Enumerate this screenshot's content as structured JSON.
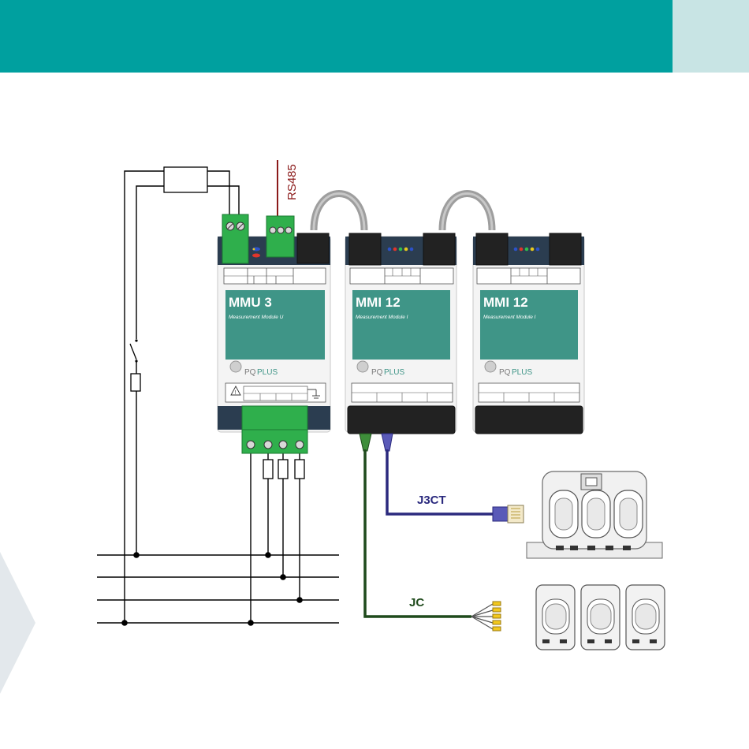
{
  "colors": {
    "header": "#00A09F",
    "header_side": "#C8E4E4",
    "module_green": "#3F9587",
    "module_dark": "#2B3D50",
    "connector_green": "#2FAF4C",
    "rs485_line": "#8B1A1A",
    "cable_gray": "#9E9E9E",
    "cable_j3ct": "#2B2A7E",
    "cable_jc": "#1F4A1C",
    "wire": "#000000",
    "chevron": "#E3E8EC"
  },
  "bus": {
    "label": "RS485"
  },
  "modules": [
    {
      "title": "MMU 3",
      "subtitle": "Measurement Module U",
      "brand_a": "PQ",
      "brand_b": "PLUS"
    },
    {
      "title": "MMI 12",
      "subtitle": "Measurement Module I",
      "brand_a": "PQ",
      "brand_b": "PLUS"
    },
    {
      "title": "MMI 12",
      "subtitle": "Measurement Module I",
      "brand_a": "PQ",
      "brand_b": "PLUS"
    }
  ],
  "cables": {
    "j3ct_label": "J3CT",
    "jc_label": "JC"
  },
  "icons": {
    "warning": "warning-triangle-icon",
    "ground": "ground-symbol-icon",
    "logo": "pq-plus-logo-icon"
  }
}
